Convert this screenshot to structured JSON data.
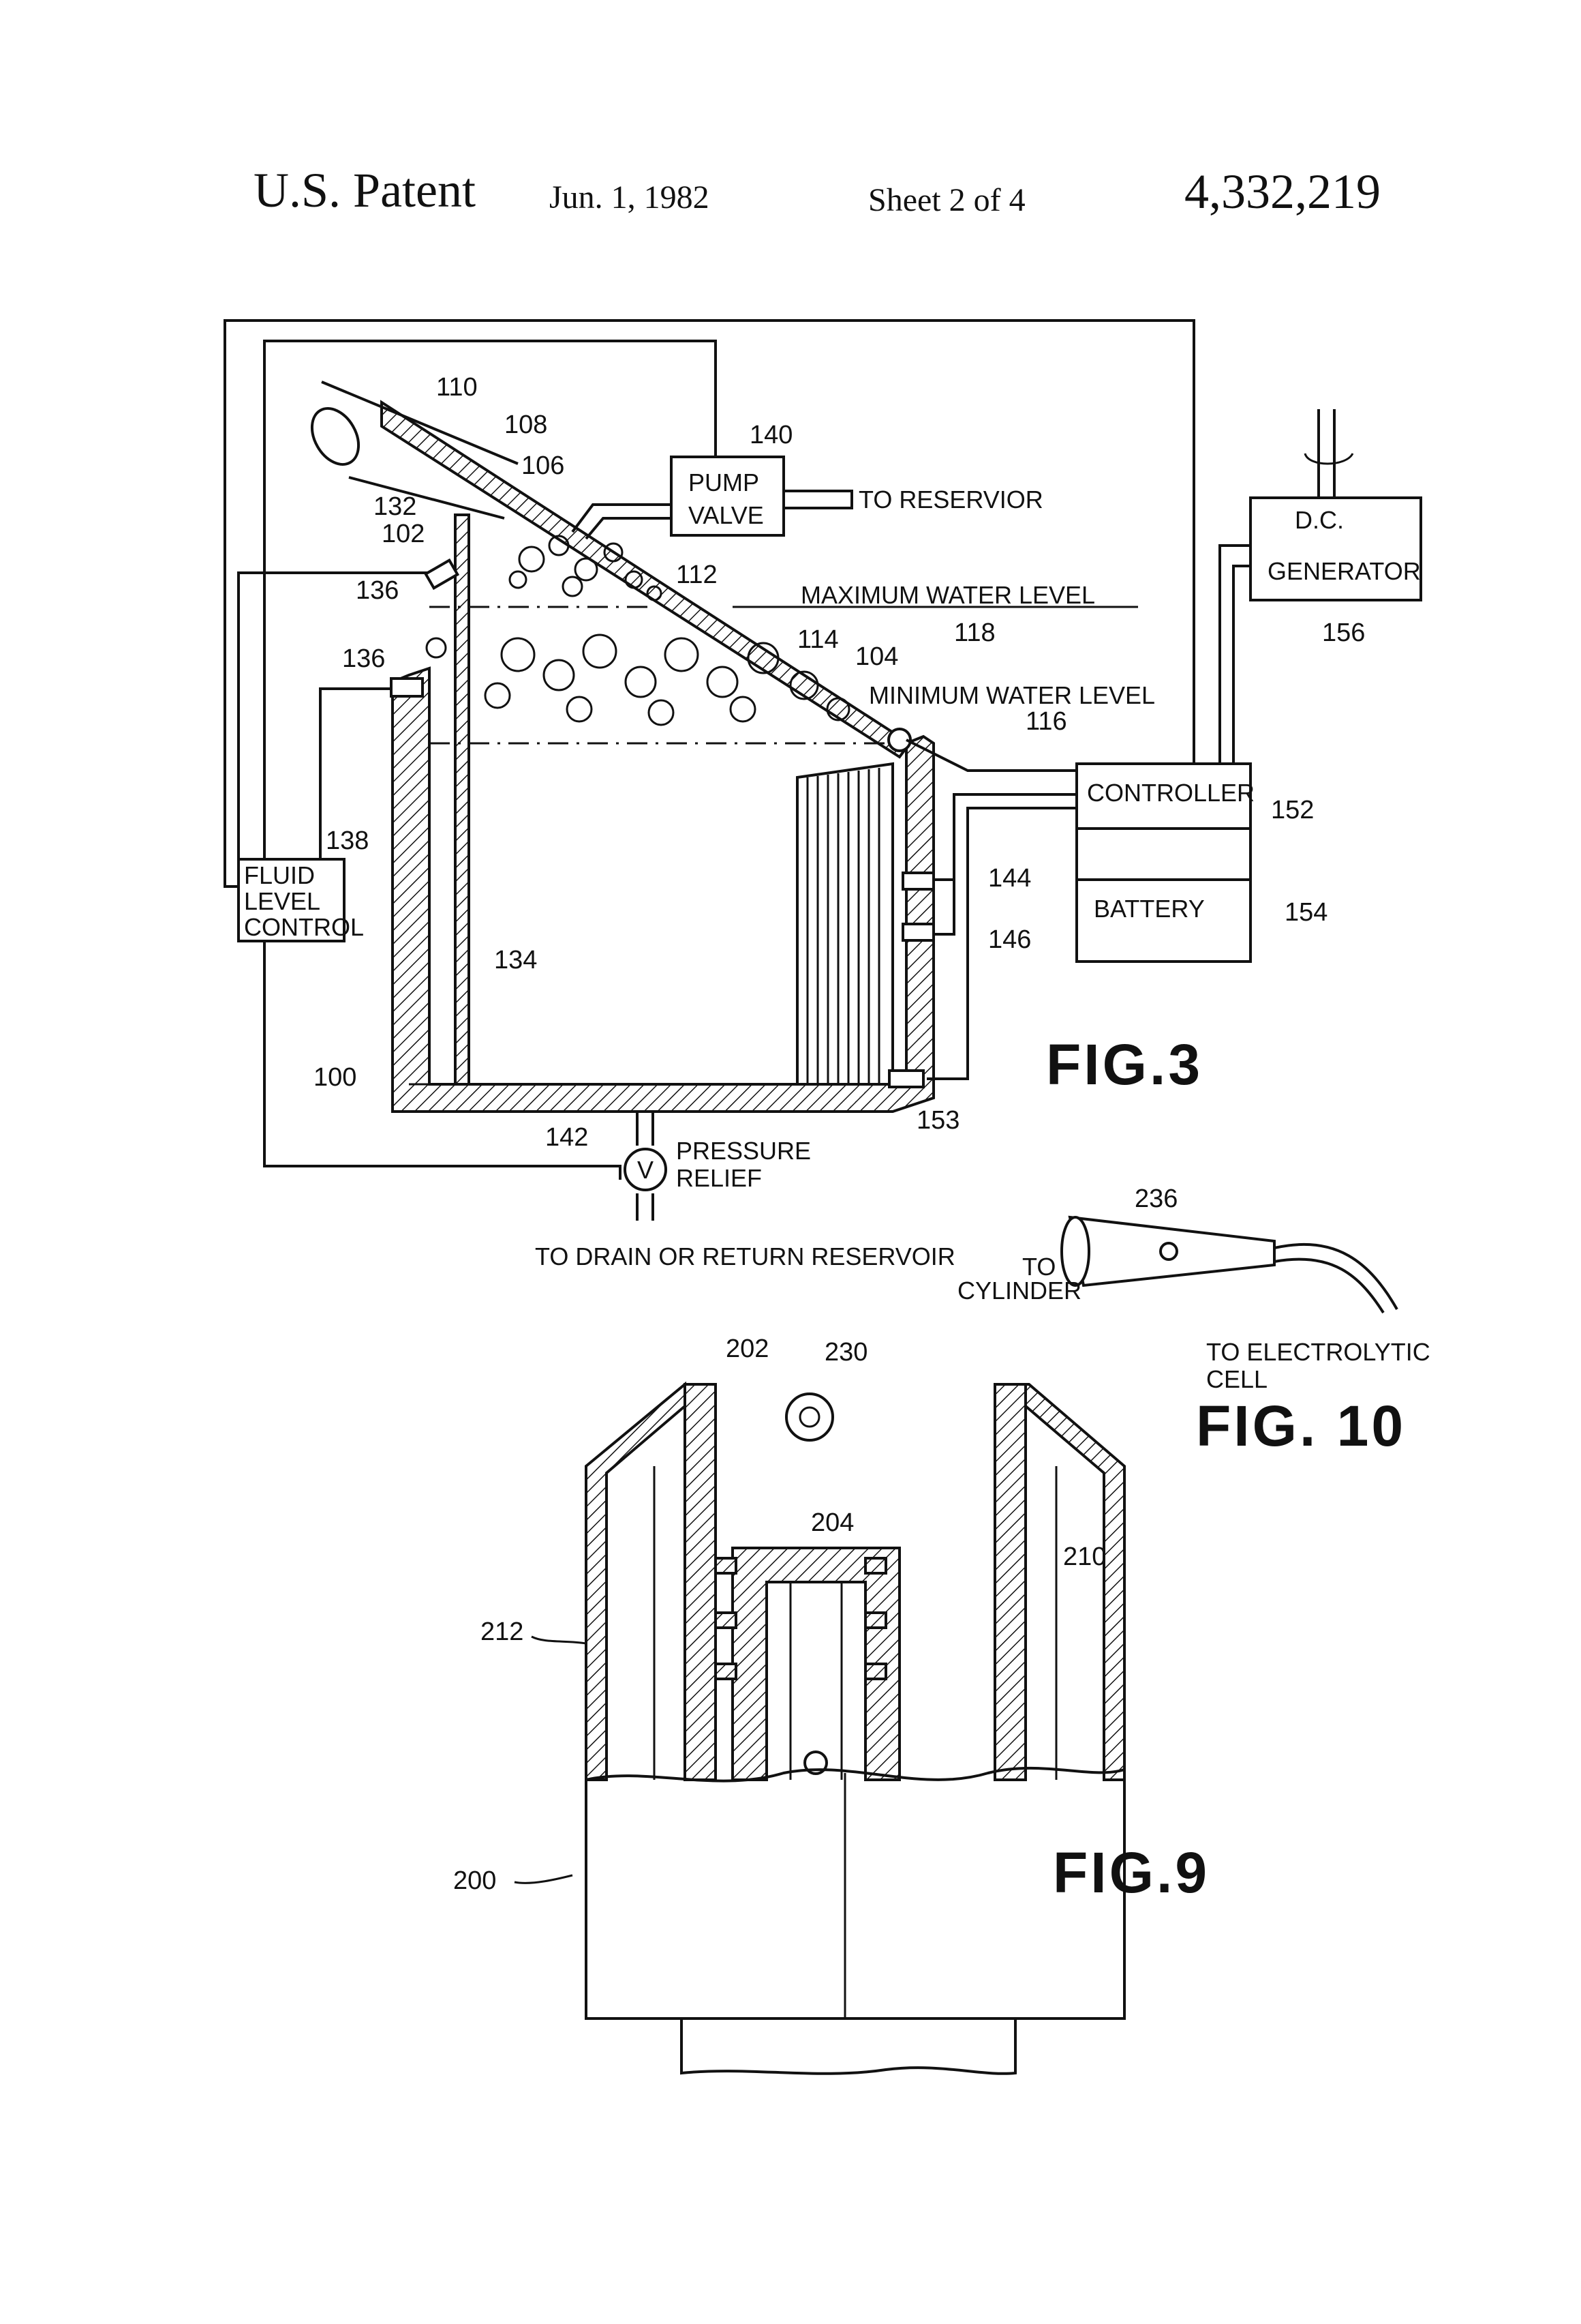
{
  "header": {
    "office": "U.S. Patent",
    "date": "Jun. 1, 1982",
    "sheet": "Sheet 2 of 4",
    "number": "4,332,219"
  },
  "fig3": {
    "title": "FIG.3",
    "components": {
      "pump_valve": [
        "PUMP",
        "VALVE"
      ],
      "to_reservoir": "TO   RESERVIOR",
      "maximum_water_level": "MAXIMUM  WATER  LEVEL",
      "minimum_water_level": "MINIMUM  WATER LEVEL",
      "dc_generator": [
        "D.C.",
        "GENERATOR"
      ],
      "controller": "CONTROLLER",
      "battery": "BATTERY",
      "fluid_level_control": [
        "FLUID",
        "LEVEL",
        "CONTROL"
      ],
      "pressure_relief": [
        "PRESSURE",
        "RELIEF"
      ],
      "valve_symbol": "V",
      "to_drain": "TO DRAIN OR  RETURN RESERVOIR"
    },
    "refs": {
      "r110": "110",
      "r108": "108",
      "r106": "106",
      "r140": "140",
      "r132": "132",
      "r102": "102",
      "r112": "112",
      "r136a": "136",
      "r136b": "136",
      "r118": "118",
      "r114": "114",
      "r104": "104",
      "r116": "116",
      "r156": "156",
      "r152": "152",
      "r138": "138",
      "r144": "144",
      "r146": "146",
      "r154": "154",
      "r134": "134",
      "r100": "100",
      "r153": "153",
      "r142": "142"
    }
  },
  "fig10": {
    "title": "FIG. 10",
    "ref236": "236",
    "to_cylinder": [
      "TO",
      "CYLINDER"
    ],
    "to_cell": [
      "TO ELECTROLYTIC",
      "CELL"
    ]
  },
  "fig9": {
    "title": "FIG.9",
    "refs": {
      "r202": "202",
      "r230": "230",
      "r204": "204",
      "r210": "210",
      "r212": "212",
      "r200": "200"
    }
  }
}
